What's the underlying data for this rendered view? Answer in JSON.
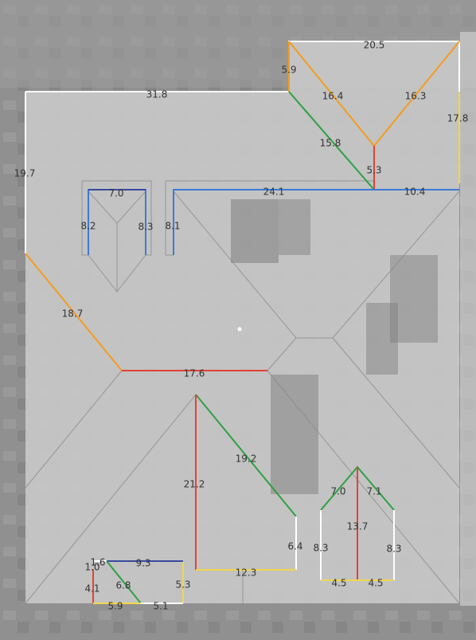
{
  "colors": {
    "eave": "#ffffff",
    "hip": "#f39c1f",
    "valley": "#2ea043",
    "ridge": "#e34234",
    "rake": "#3a7bd5",
    "wall": "#f2d64b",
    "flashing": "#3a4aa0",
    "facet": "#8a8a8a",
    "roof_fill": "#c9c9c9",
    "label": "#333333"
  },
  "measurements": [
    "20.5",
    "5.9",
    "16.4",
    "16.3",
    "17.8",
    "31.8",
    "15.8",
    "5.3",
    "19.7",
    "7.0",
    "24.1",
    "10.4",
    "8.2",
    "8.3",
    "8.1",
    "18.7",
    "17.6",
    "19.2",
    "21.2",
    "7.0",
    "7.1",
    "13.7",
    "8.3",
    "8.3",
    "6.4",
    "1.6",
    "9.3",
    "1.0",
    "6.8",
    "4.1",
    "5.3",
    "12.3",
    "4.5",
    "4.5",
    "5.9",
    "5.1"
  ]
}
